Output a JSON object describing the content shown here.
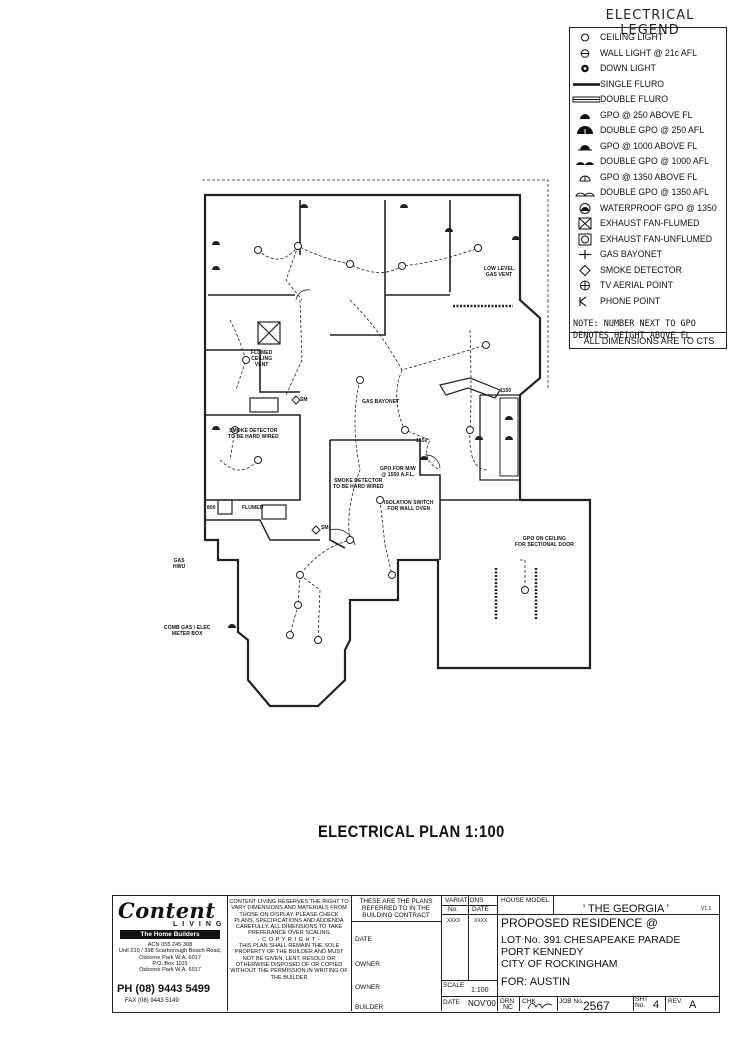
{
  "legend": {
    "title": "ELECTRICAL LEGEND",
    "items": [
      {
        "icon": "ceiling-light-icon",
        "label": "CEILING LIGHT"
      },
      {
        "icon": "wall-light-icon",
        "label": "WALL LIGHT @ 21c AFL"
      },
      {
        "icon": "down-light-icon",
        "label": "DOWN LIGHT"
      },
      {
        "icon": "single-fluro-icon",
        "label": "SINGLE FLURO"
      },
      {
        "icon": "double-fluro-icon",
        "label": "DOUBLE FLURO"
      },
      {
        "icon": "gpo-icon",
        "label": "GPO @ 250 ABOVE FL"
      },
      {
        "icon": "double-gpo-icon",
        "label": "DOUBLE GPO @ 250 AFL"
      },
      {
        "icon": "gpo-1000-icon",
        "label": "GPO @ 1000 ABOVE FL"
      },
      {
        "icon": "double-gpo-1000-icon",
        "label": "DOUBLE GPO @ 1000 AFL"
      },
      {
        "icon": "gpo-1350-icon",
        "label": "GPO @ 1350 ABOVE FL"
      },
      {
        "icon": "double-gpo-1350-icon",
        "label": "DOUBLE GPO @ 1350 AFL"
      },
      {
        "icon": "waterproof-gpo-icon",
        "label": "WATERPROOF GPO @ 1350"
      },
      {
        "icon": "exhaust-fan-flumed-icon",
        "label": "EXHAUST FAN-FLUMED"
      },
      {
        "icon": "exhaust-fan-unflumed-icon",
        "label": "EXHAUST FAN-UNFLUMED"
      },
      {
        "icon": "gas-bayonet-icon",
        "label": "GAS BAYONET"
      },
      {
        "icon": "smoke-detector-icon",
        "label": "SMOKE DETECTOR"
      },
      {
        "icon": "tv-aerial-icon",
        "label": "TV AERIAL POINT"
      },
      {
        "icon": "phone-point-icon",
        "label": "PHONE POINT"
      }
    ],
    "note": "NOTE: NUMBER NEXT TO GPO DENOTES HEIGHT ABOVE FL",
    "dimensions_note": "ALL DIMENSIONS ARE TO CTS"
  },
  "plan": {
    "labels": {
      "low_level_gas_vent": "LOW LEVEL\nGAS VENT",
      "flumed_ceiling_vent": "FLUMED\nCEILING\nVENT",
      "smoke_detector_1": "SMOKE DETECTOR\nTO BE HARD WIRED",
      "smoke_detector_2": "SMOKE DETECTOR\nTO BE HARD WIRED",
      "gas_bayonet": "GAS BAYONET",
      "gpo_mw": "GPO FOR M/W\n@ 1550 A.F.L.",
      "isolation_switch": "ISOLATION SWITCH\nFOR WALL OVEN",
      "gpo_ceiling": "GPO ON CEILING\nFOR SECTIONAL DOOR",
      "gas_hwu": "GAS\nHWU",
      "meter_box": "COMB GAS / ELEC\nMETER BOX",
      "sm1": "SM",
      "sm2": "SM",
      "dim_1150": "1150",
      "dim_1550": "1550",
      "dim_800": "800",
      "flumed": "FLUMED"
    },
    "title": "ELECTRICAL PLAN 1:100"
  },
  "title_block": {
    "logo": {
      "name": "Content",
      "sub": "LIVING",
      "tagline": "The Home Builders"
    },
    "company": {
      "acn": "ACN 055 245 308",
      "address1": "Unit 210 / 398 Scarborough Beach Road,",
      "address2": "Osborne Park W.A. 6017",
      "po_box": "P.O. Box 1101",
      "address3": "Osborne Park W.A. 6917",
      "phone": "PH (08) 9443 5499",
      "fax": "FAX (08) 9443 5149"
    },
    "disclaimer": "CONTENT LIVING RESERVES THE RIGHT TO VARY DIMENSIONS AND MATERIALS FROM THOSE ON DISPLAY. PLEASE CHECK PLANS, SPECIFICATIONS AND ADDENDA CAREFULLY. ALL DIMENSIONS TO TAKE PREFERANCE OVER SCALING",
    "copyright_heading": "- C O P Y R I G H T -",
    "copyright": "THIS PLAN SHALL REMAIN THE SOLE PROPERTY OF THE BUILDER AND MUST NOT BE GIVEN, LENT, RESOLD OR OTHERWISE DISPOSED OF OR COPIED WITHOUT THE PERMISSION IN WRITING OF THE BUILDER",
    "plans_heading": "THESE ARE THE PLANS REFERRED TO IN THE BUILDING CONTRACT",
    "date_label": "DATE",
    "owner1_label": "OWNER",
    "owner2_label": "OWNER",
    "builder_label": "BUILDER",
    "variations": {
      "heading": "VARIATIONS",
      "no_label": "No.",
      "date_label": "DATE",
      "no_value": "XXXX",
      "date_value": "XXXX"
    },
    "scale_label": "SCALE",
    "scale_value": "1:100",
    "date_bottom_label": "DATE",
    "date_value": "NOV'00",
    "house_model_label": "HOUSE MODEL",
    "house_model": "' THE GEORGIA '",
    "version": "V1.1",
    "project_title": "PROPOSED RESIDENCE @",
    "lot": "LOT No. 391 CHESAPEAKE PARADE",
    "suburb": "PORT KENNEDY",
    "city": "CITY OF ROCKINGHAM",
    "client": "FOR: AUSTIN",
    "drn_label": "DRN",
    "drn_value": "NC",
    "chk_label": "CHK",
    "job_label": "JOB No.",
    "job_value": "2567",
    "sht_label": "SHT No.",
    "sht_value": "4",
    "rev_label": "REV.",
    "rev_value": "A"
  }
}
